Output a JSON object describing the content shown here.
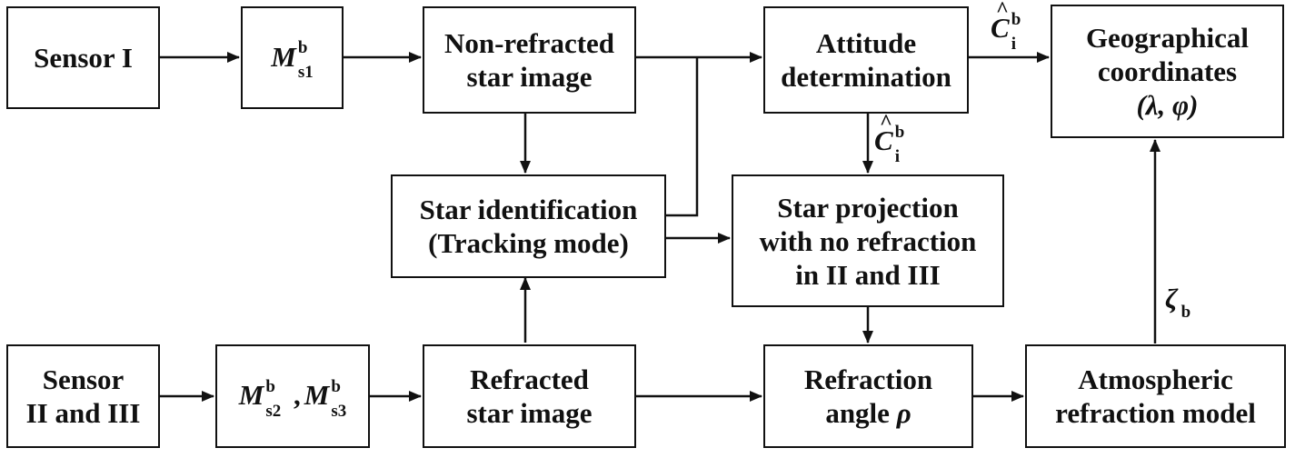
{
  "nodes": {
    "sensor1": {
      "line1": "Sensor I"
    },
    "m_s1": {
      "symbol": "M",
      "sup": "b",
      "sub": "s1"
    },
    "nonrefracted": {
      "line1": "Non-refracted",
      "line2": "star image"
    },
    "attitude": {
      "line1": "Attitude",
      "line2": "determination"
    },
    "geographical": {
      "line1": "Geographical",
      "line2": "coordinates",
      "line3": "(λ, φ)"
    },
    "star_id": {
      "line1": "Star identification",
      "line2": "(Tracking mode)"
    },
    "projection": {
      "line1": "Star projection",
      "line2": "with no refraction",
      "line3": "in II and III"
    },
    "sensor23": {
      "line1": "Sensor",
      "line2": "II and III"
    },
    "m_s23": {
      "symbol": "M",
      "sup": "b",
      "sub_a": "s2",
      "sub_b": "s3",
      "sep": ","
    },
    "refracted": {
      "line1": "Refracted",
      "line2": "star image"
    },
    "refraction_angle": {
      "line1": "Refraction",
      "line2_text": "angle",
      "line2_symbol": "ρ"
    },
    "atmospheric": {
      "line1": "Atmospheric",
      "line2": "refraction model"
    }
  },
  "edge_labels": {
    "c_top": {
      "symbol": "C",
      "sup": "b",
      "sub": "i"
    },
    "c_mid": {
      "symbol": "C",
      "sup": "b",
      "sub": "i"
    },
    "zeta": {
      "symbol": "ζ",
      "sub": "b"
    }
  }
}
